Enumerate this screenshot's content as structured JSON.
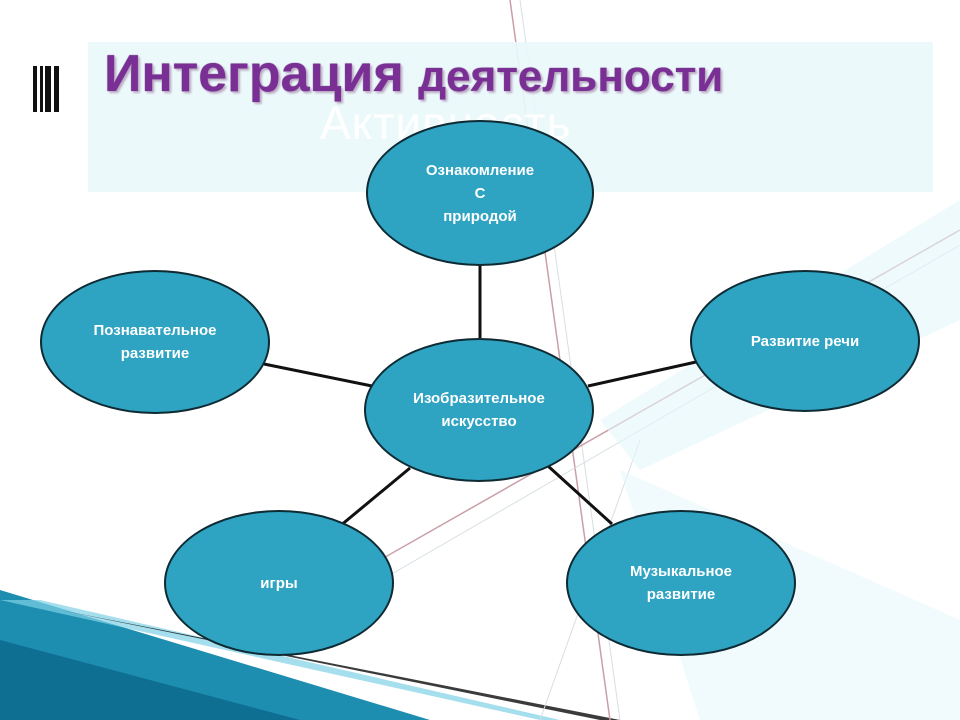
{
  "slide": {
    "title_main": "Интеграция",
    "title_second": "деятельности",
    "ghost_text": "Активность"
  },
  "diagram": {
    "center": "Изобразительное\nискусство",
    "top": "Ознакомление\nС\nприродой",
    "left": "Познавательное\nразвитие",
    "right": "Развитие речи",
    "bottom_left": "игры",
    "bottom_right": "Музыкальное\nразвитие"
  },
  "colors": {
    "node_fill": "#2ea3c2",
    "title": "#7a2f95",
    "accent_teal": "#1b8fb0"
  }
}
